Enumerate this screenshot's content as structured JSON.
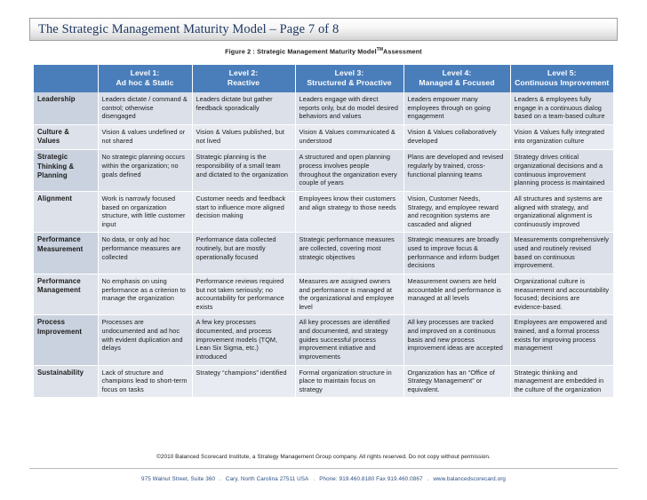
{
  "document": {
    "title": "The Strategic Management Maturity Model – Page 7 of 8",
    "figure_caption_prefix": "Figure 2 : Strategic Management Maturity Model",
    "figure_caption_sup": "TM",
    "figure_caption_suffix": "Assessment",
    "copyright": "©2010 Balanced Scorecard Institute, a Strategy Management Group company. All rights reserved. Do not copy without permission.",
    "footer": {
      "address": "975 Walnut Street, Suite 360",
      "city": "Cary, North Carolina 27511 USA",
      "phone": "Phone: 919.460.8180 Fax 919.460.0867",
      "website": "www.balancedscorecard.org"
    },
    "colors": {
      "header_blue": "#4a7ebb",
      "title_text": "#1f3864",
      "row_shade_a": "#dbe0e9",
      "row_shade_b": "#e8ebf1",
      "footer_link": "#2b4f81"
    }
  },
  "table": {
    "columns": [
      {
        "line1": "",
        "line2": ""
      },
      {
        "line1": "Level 1:",
        "line2": "Ad hoc & Static"
      },
      {
        "line1": "Level 2:",
        "line2": "Reactive"
      },
      {
        "line1": "Level 3:",
        "line2": "Structured & Proactive"
      },
      {
        "line1": "Level 4:",
        "line2": "Managed & Focused"
      },
      {
        "line1": "Level 5:",
        "line2": "Continuous Improvement"
      }
    ],
    "rows": [
      {
        "dimension": "Leadership",
        "cells": [
          "Leaders dictate / command & control; otherwise disengaged",
          "Leaders dictate but gather feedback sporadically",
          "Leaders engage with direct reports only, but do model desired behaviors and values",
          "Leaders empower many employees through on going engagement",
          "Leaders & employees fully engage in a continuous dialog based on a team-based culture"
        ]
      },
      {
        "dimension": "Culture & Values",
        "cells": [
          "Vision & values undefined or not shared",
          "Vision & Values published, but not lived",
          "Vision & Values communicated & understood",
          "Vision & Values collaboratively developed",
          "Vision & Values fully integrated into organization culture"
        ]
      },
      {
        "dimension": "Strategic Thinking & Planning",
        "cells": [
          "No strategic planning occurs within the organization; no goals defined",
          "Strategic planning is the responsibility of a small team and dictated to the organization",
          "A structured and open planning process involves people throughout the organization every couple of years",
          "Plans are developed and revised regularly by trained, cross-functional planning teams",
          "Strategy drives critical organizational decisions and a continuous improvement planning process is maintained"
        ]
      },
      {
        "dimension": "Alignment",
        "cells": [
          "Work is narrowly focused based on organization structure, with little customer input",
          "Customer needs and feedback start to influence more aligned decision making",
          "Employees know their customers and align strategy to those needs",
          "Vision, Customer Needs, Strategy, and employee reward and recognition systems are cascaded and aligned",
          "All structures and systems are aligned with strategy, and organizational alignment is continuously improved"
        ]
      },
      {
        "dimension": "Performance Measurement",
        "cells": [
          "No data, or only ad hoc performance measures are collected",
          "Performance data collected routinely, but are mostly operationally focused",
          "Strategic performance measures are collected, covering most strategic objectives",
          "Strategic measures are broadly used to improve focus & performance and inform budget decisions",
          "Measurements comprehensively used and routinely revised based on continuous improvement."
        ]
      },
      {
        "dimension": "Performance Management",
        "cells": [
          "No emphasis on using performance as a criterion to manage the organization",
          "Performance reviews required but not taken seriously; no accountability for performance exists",
          "Measures are assigned owners and performance is managed at the organizational and employee level",
          "Measurement owners are held accountable and performance is managed at all levels",
          "Organizational culture is measurement and accountability focused; decisions are evidence-based."
        ]
      },
      {
        "dimension": "Process Improvement",
        "cells": [
          "Processes are undocumented and ad hoc with evident duplication and delays",
          "A few key processes documented, and process improvement models (TQM, Lean Six Sigma, etc.) introduced",
          "All key processes are identified and documented, and strategy guides successful process improvement initiative and improvements",
          "All key processes are tracked and improved on a continuous basis and new process improvement ideas are accepted",
          "Employees are empowered and trained, and a formal process exists for improving process management"
        ]
      },
      {
        "dimension": "Sustainability",
        "cells": [
          "Lack of structure and champions lead to short-term focus on tasks",
          "Strategy “champions” identified",
          "Formal organization structure in place to maintain focus on strategy",
          "Organization has an “Office of Strategy Management” or equivalent.",
          "Strategic thinking and management are embedded in the culture of the organization"
        ]
      }
    ]
  }
}
